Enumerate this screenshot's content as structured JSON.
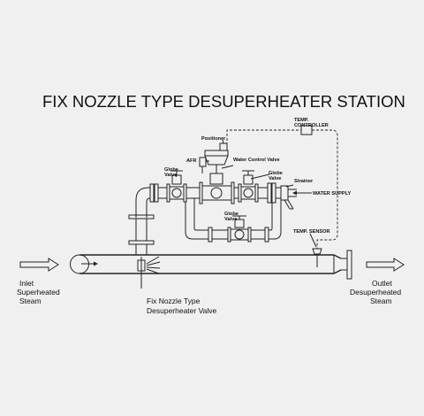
{
  "title": "FIX NOZZLE TYPE DESUPERHEATER STATION",
  "labels": {
    "temp_controller_1": "TEMP.",
    "temp_controller_2": "CONTROLLER",
    "positioner": "Positioner",
    "afr": "AFR",
    "water_control_valve": "Water Control Valve",
    "globe_valve_left_1": "Globe",
    "globe_valve_left_2": "Valve",
    "globe_valve_right_1": "Globe",
    "globe_valve_right_2": "Valve",
    "strainer": "Strainer",
    "water_supply": "WATER SUPPLY",
    "globe_valve_bottom_1": "Globe",
    "globe_valve_bottom_2": "Valve",
    "temp_sensor": "TEMP. SENSOR",
    "inlet_1": "Inlet",
    "inlet_2": "Superheated",
    "inlet_3": "Steam",
    "outlet_1": "Outlet",
    "outlet_2": "Desuperheated",
    "outlet_3": "Steam",
    "nozzle_1": "Fix Nozzle Type",
    "nozzle_2": "Desuperheater Valve"
  }
}
